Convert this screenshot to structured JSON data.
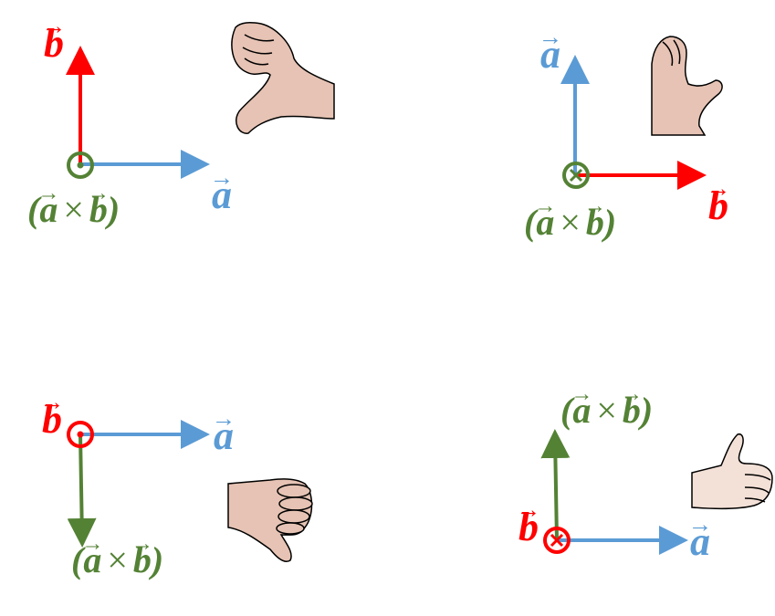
{
  "symbols": {
    "a": "a",
    "b": "b",
    "arrow": "→",
    "cross": "×",
    "open_paren": "(",
    "close_paren": ")"
  },
  "colors": {
    "a_vector": "#5b9bd5",
    "b_vector": "#ff0000",
    "cross_product": "#548235",
    "skin": "#e6c3b4",
    "skin_outline": "#000000"
  },
  "panels": [
    {
      "id": "top-left",
      "out_of_page_vector": "cross_product",
      "hand_icon": "thumb-down-hand-icon"
    },
    {
      "id": "top-right",
      "into_page_vector": "cross_product",
      "hand_icon": "thumb-up-hand-icon"
    },
    {
      "id": "bottom-left",
      "out_of_page_vector": "b_vector",
      "hand_icon": "thumb-down-hand-icon"
    },
    {
      "id": "bottom-right",
      "into_page_vector": "b_vector",
      "hand_icon": "thumb-up-hand-icon"
    }
  ]
}
